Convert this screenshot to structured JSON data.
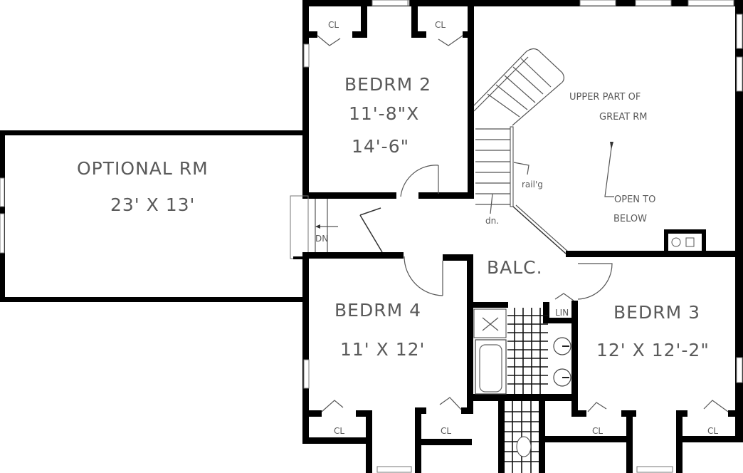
{
  "plan": {
    "rooms": {
      "optional_rm": {
        "name": "OPTIONAL RM",
        "size": "23' X 13'"
      },
      "bedrm2": {
        "name": "BEDRM 2",
        "size_line1": "11'-8\"X",
        "size_line2": "14'-6\""
      },
      "bedrm3": {
        "name": "BEDRM 3",
        "size": "12' X 12'-2\""
      },
      "bedrm4": {
        "name": "BEDRM 4",
        "size": "11' X 12'"
      },
      "great_rm": {
        "line1": "UPPER PART OF",
        "line2": "GREAT RM",
        "note_line1": "OPEN TO",
        "note_line2": "BELOW"
      },
      "balcony": {
        "name": "BALC."
      }
    },
    "annotations": {
      "closet": "CL",
      "railing": "rail'g",
      "stair_down": "dn.",
      "side_stair_down": "DN",
      "linen": "LIN"
    }
  }
}
